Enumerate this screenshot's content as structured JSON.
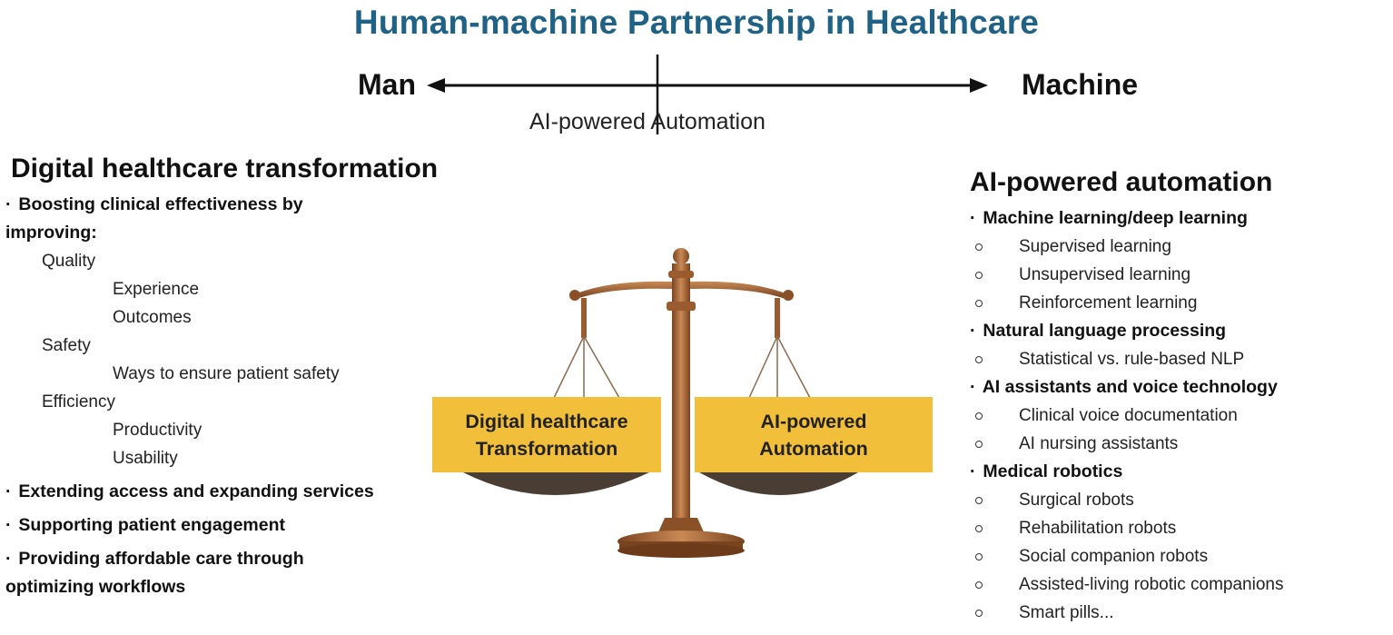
{
  "title": "Human-machine Partnership in Healthcare",
  "spectrum": {
    "left_label": "Man",
    "right_label": "Machine",
    "midpoint_label": "AI-powered Automation"
  },
  "left_column": {
    "heading": "Digital healthcare transformation",
    "bullet1_line1": "Boosting clinical effectiveness by",
    "bullet1_line2": "improving:",
    "quality": "Quality",
    "experience": "Experience",
    "outcomes": "Outcomes",
    "safety": "Safety",
    "safety_detail": "Ways to ensure patient safety",
    "efficiency": "Efficiency",
    "productivity": "Productivity",
    "usability": "Usability",
    "bullet2": "Extending access and expanding services",
    "bullet3": "Supporting patient engagement",
    "bullet4_line1": "Providing affordable care through",
    "bullet4_line2": "optimizing workflows"
  },
  "scale": {
    "left_pan": [
      "Digital healthcare",
      "Transformation"
    ],
    "right_pan": [
      "AI-powered",
      "Automation"
    ],
    "box_color": "#f2bf3a",
    "bronze_color": "#a8683a"
  },
  "right_column": {
    "heading": "AI-powered automation",
    "groups": [
      {
        "label": "Machine learning/deep learning",
        "items": [
          "Supervised learning",
          "Unsupervised learning",
          "Reinforcement learning"
        ]
      },
      {
        "label": "Natural language processing",
        "items": [
          "Statistical vs. rule-based NLP"
        ]
      },
      {
        "label": "AI assistants and voice technology",
        "items": [
          "Clinical voice documentation",
          "AI nursing assistants"
        ]
      },
      {
        "label": "Medical robotics",
        "items": [
          "Surgical robots",
          "Rehabilitation robots",
          "Social companion robots",
          "Assisted-living robotic companions",
          "Smart pills..."
        ]
      }
    ]
  }
}
